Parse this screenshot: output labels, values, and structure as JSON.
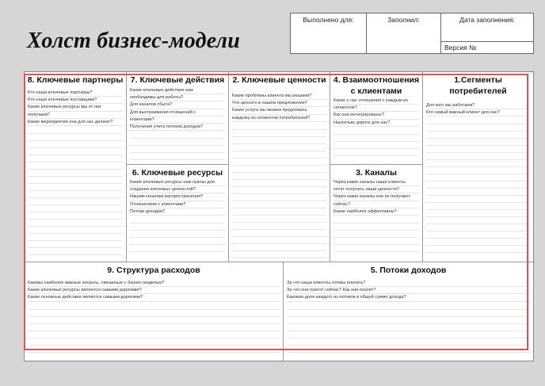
{
  "title": "Холст бизнес-модели",
  "header": {
    "done_for": "Выполнено для:",
    "filled_by": "Заполнил:",
    "date": "Дата заполнения:",
    "version": "Версия №"
  },
  "blocks": {
    "partners": {
      "title": "8. Ключевые партнеры",
      "questions": [
        "Кто наши ключевые партнеры?",
        "Кто наши ключевые поставщики?",
        "Какие ключевые ресурсы мы от них",
        "получаем?",
        "Какие мероприятия они для нас делают?"
      ]
    },
    "activities": {
      "title": "7. Ключевые действия",
      "questions": [
        "Какие ключевые действия нам",
        "необходимы для работы?",
        "Для каналов сбыта?",
        "Для выстраивания отношений с",
        "клиентами?",
        "Получения учета потоков доходов?"
      ]
    },
    "value": {
      "title": "2. Ключевые ценности",
      "questions": [
        "Какие проблемы клиента мы решаем?",
        "Что ценного в нашем предложении?",
        "Какие услуги мы можем предложить",
        "каждому из сегментов потребителей?"
      ]
    },
    "relationships": {
      "title": "4. Взаимоотношения",
      "title2": "с клиентами",
      "questions": [
        "Какие у нас отношения с каждым из",
        "сегментов?",
        "Как они интегрированы?",
        "Насколько дороги для нас?"
      ]
    },
    "segments": {
      "title": "1.Сегменты",
      "title2": "потребителей",
      "questions": [
        "Для кого мы работаем?",
        "Кто самый важный клиент для нас?"
      ]
    },
    "resources": {
      "title": "6. Ключевые ресурсы",
      "questions": [
        "Какие ключевые ресурсы нам нужны для",
        "создания ключевых ценностей?",
        "Нашим каналам распространения?",
        "Отношениям с клиентами?",
        "Потоки доходов?"
      ]
    },
    "channels": {
      "title": "3. Каналы",
      "questions": [
        "Через какие каналы наши клиенты",
        "хотят получать наши ценности?",
        "Через какие каналы они их получают",
        "сейчас?",
        "Какие наиболее эффективны?"
      ]
    },
    "costs": {
      "title": "9. Структура расходов",
      "questions": [
        "Каковы наиболее важные затраты, связанные с бизнес-моделью?",
        "Какие ключевые ресурсы являются самыми дорогими?",
        "Какие основные действия являются самыми дорогими?"
      ]
    },
    "revenue": {
      "title": "5. Потоки доходов",
      "questions": [
        "За что наши клиенты готовы платить?",
        "За что они платят сейчас? Как они платят?",
        "Каковая доля каждого из потоков в общей сумме дохода?"
      ]
    }
  },
  "colors": {
    "highlight_border": "#e25050",
    "background": "#d6d6d6"
  }
}
